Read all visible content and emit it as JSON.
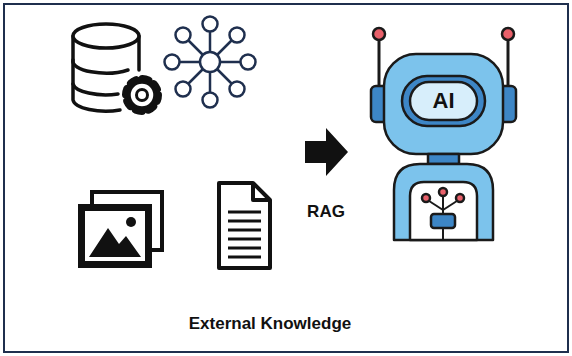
{
  "diagram": {
    "labels": [
      "AI",
      "RAG",
      "External Knowledge"
    ]
  }
}
